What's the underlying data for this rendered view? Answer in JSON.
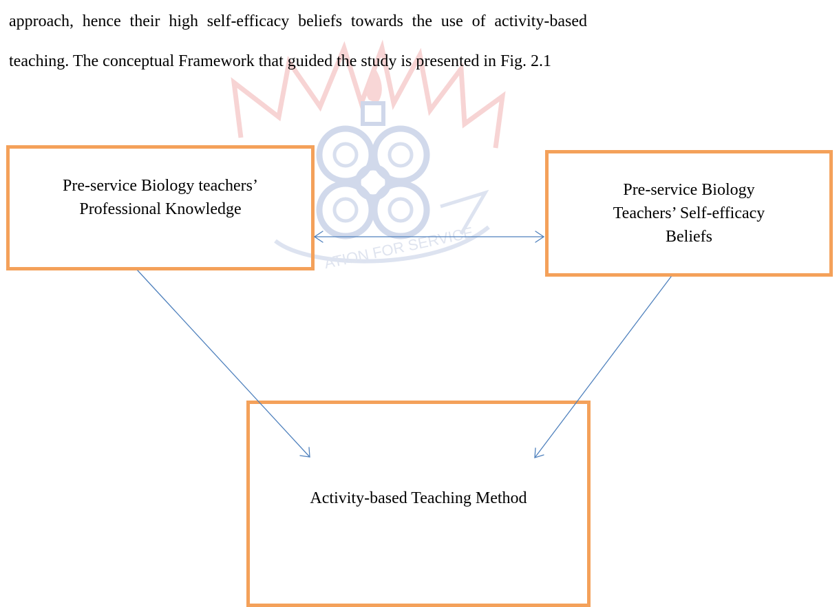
{
  "paragraph": {
    "line1": "approach, hence their high self-efficacy beliefs towards the use of activity-based",
    "line2": "teaching. The conceptual Framework that guided the study is presented in Fig. 2.1"
  },
  "diagram": {
    "node_knowledge": {
      "line1": "Pre-service Biology teachers’",
      "line2": "Professional Knowledge"
    },
    "node_efficacy": {
      "line1": "Pre-service Biology",
      "line2": "Teachers’ Self-efficacy",
      "line3": "Beliefs"
    },
    "node_method": {
      "label": "Activity-based Teaching Method"
    }
  },
  "watermark": {
    "text": "ATION FOR SERVICE"
  },
  "colors": {
    "box_border": "#f4a15a",
    "arrow": "#4f81bd",
    "watermark_red": "#f7d4d4",
    "watermark_blue": "#d5dcec"
  }
}
